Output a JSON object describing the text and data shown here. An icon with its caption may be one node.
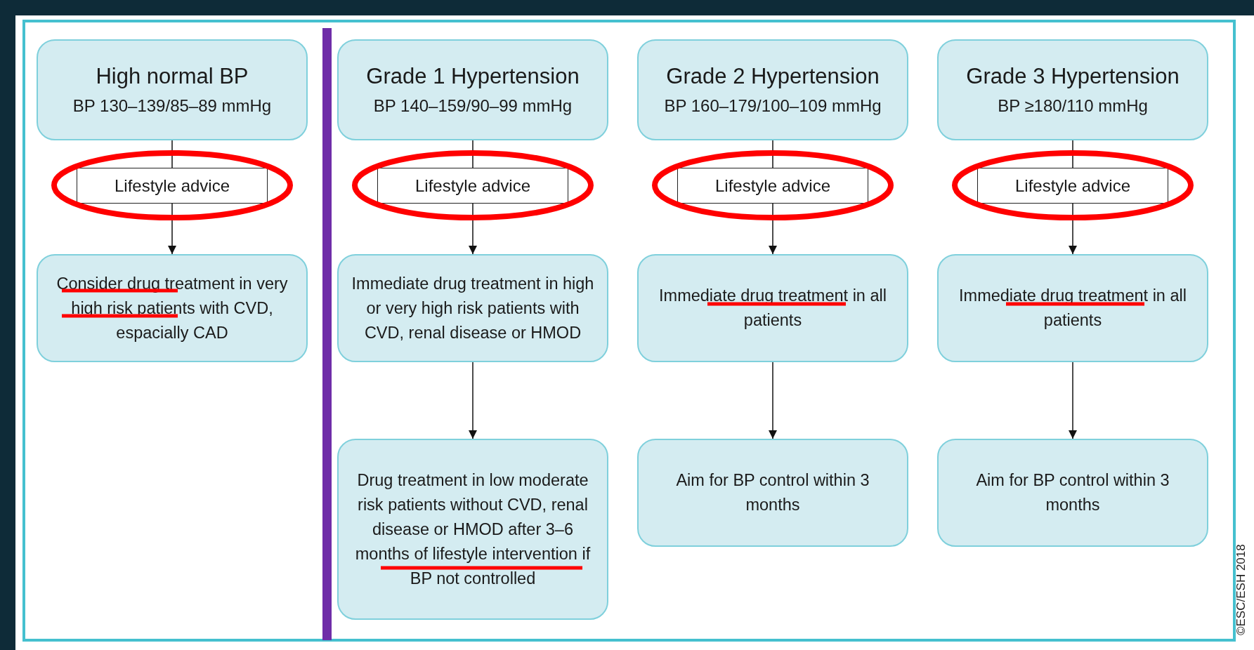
{
  "diagram": {
    "nodes": [
      {
        "text": [
          "High normal BP",
          "BP 130–139/85–89 mmHg"
        ]
      },
      {
        "text": [
          "Lifestyle advice"
        ]
      },
      {
        "text": [
          "Consider drug treatment in very high risk patients with CVD, espacially CAD"
        ]
      },
      {
        "text": [
          "Grade 1 Hypertension",
          "BP 140–159/90–99 mmHg"
        ]
      },
      {
        "text": [
          "Lifestyle advice"
        ]
      },
      {
        "text": [
          "Immediate drug treatment in high or very high risk patients with CVD, renal disease or HMOD"
        ]
      },
      {
        "text": [
          "Drug treatment in low moderate risk patients without CVD, renal disease or HMOD after 3–6 months of lifestyle intervention if BP not controlled"
        ]
      },
      {
        "text": [
          "Grade 2 Hypertension",
          "BP 160–179/100–109 mmHg"
        ]
      },
      {
        "text": [
          "Lifestyle advice"
        ]
      },
      {
        "text": [
          "Immediate drug treatment in all patients"
        ]
      },
      {
        "text": [
          "Aim for BP control within 3 months"
        ]
      },
      {
        "text": [
          "Grade 3 Hypertension",
          "BP ≥180/110 mmHg"
        ]
      },
      {
        "text": [
          "Lifestyle advice"
        ]
      },
      {
        "text": [
          "Immediate drug treatment in all patients"
        ]
      },
      {
        "text": [
          "Aim for BP control within 3 months"
        ]
      }
    ],
    "edges": [
      {
        "from": 0,
        "to": 1,
        "arrow": "none"
      },
      {
        "from": 1,
        "to": 2,
        "arrow": "to"
      },
      {
        "from": 3,
        "to": 4,
        "arrow": "none"
      },
      {
        "from": 4,
        "to": 5,
        "arrow": "to"
      },
      {
        "from": 5,
        "to": 6,
        "arrow": "to"
      },
      {
        "from": 7,
        "to": 8,
        "arrow": "none"
      },
      {
        "from": 8,
        "to": 9,
        "arrow": "to"
      },
      {
        "from": 9,
        "to": 10,
        "arrow": "to"
      },
      {
        "from": 11,
        "to": 12,
        "arrow": "none"
      },
      {
        "from": 12,
        "to": 13,
        "arrow": "to"
      },
      {
        "from": 13,
        "to": 14,
        "arrow": "to"
      }
    ],
    "labels": [
      "©ESC/ESH 2018"
    ]
  }
}
